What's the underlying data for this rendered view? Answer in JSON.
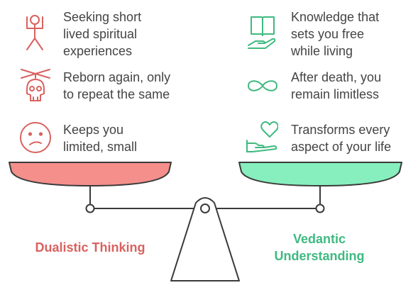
{
  "colors": {
    "red": "#d9625f",
    "green": "#3fb980",
    "pan_left": "#f48f8c",
    "pan_right": "#86efbd",
    "stroke": "#3a3a3a",
    "text": "#444444"
  },
  "left": {
    "label": "Dualistic Thinking",
    "items": [
      {
        "icon": "meditating-person-icon",
        "text": "Seeking short\nlived spiritual\nexperiences"
      },
      {
        "icon": "skull-crossbones-icon",
        "text": "Reborn again, only\nto repeat the same"
      },
      {
        "icon": "frowning-face-icon",
        "text": "Keeps you\nlimited, small"
      }
    ]
  },
  "right": {
    "label": "Vedantic\nUnderstanding",
    "items": [
      {
        "icon": "open-book-hand-icon",
        "text": "Knowledge that\nsets you free\nwhile living"
      },
      {
        "icon": "infinity-icon",
        "text": "After death, you\nremain limitless"
      },
      {
        "icon": "heart-hand-icon",
        "text": "Transforms every\naspect of your life"
      }
    ]
  }
}
